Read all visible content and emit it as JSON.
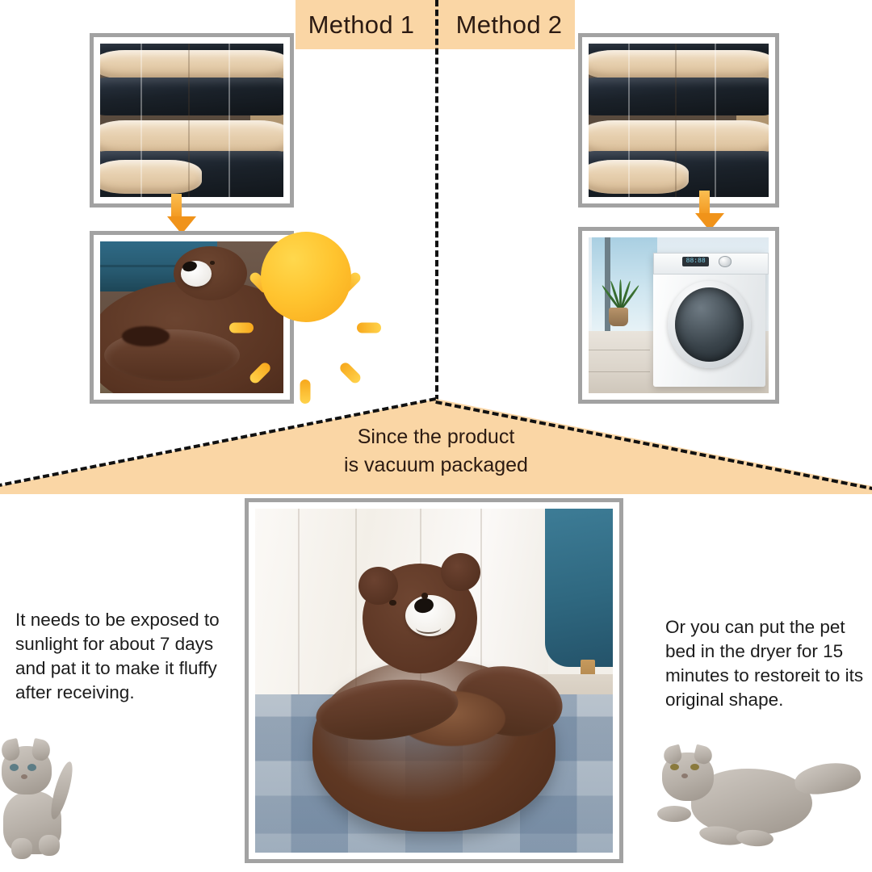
{
  "header": {
    "method_1": "Method 1",
    "method_2": "Method 2"
  },
  "center_banner": {
    "line_1": "Since the product",
    "line_2": "is vacuum packaged"
  },
  "instructions": {
    "left": "It needs to be exposed to sunlight for about 7 days and pat it to make it fluffy after receiving.",
    "right": "Or you can put the pet bed in the dryer for 15 minutes to restoreit to its original shape."
  },
  "photos": {
    "pack_left": "vacuum-packed-pet-beds-photo",
    "pack_right": "vacuum-packed-pet-beds-photo",
    "bear_closeup": "brown-teddy-bear-pet-bed-closeup-photo",
    "dryer": "white-front-load-dryer-photo",
    "main": "brown-teddy-bear-pet-bed-on-rug-photo"
  },
  "icons": {
    "sun": "sun-icon",
    "arrow_left": "down-arrow-icon",
    "arrow_right": "down-arrow-icon",
    "cat_left": "sitting-kitten-image",
    "cat_right": "lying-cat-image"
  },
  "dryer_display": "88:88",
  "colors": {
    "banner_peach": "#fad6a5",
    "frame_gray": "#a2a2a2",
    "arrow_orange": "#f0931a",
    "sun_yellow": "#ffc42f",
    "text_dark": "#231815",
    "dash_black": "#111111"
  }
}
